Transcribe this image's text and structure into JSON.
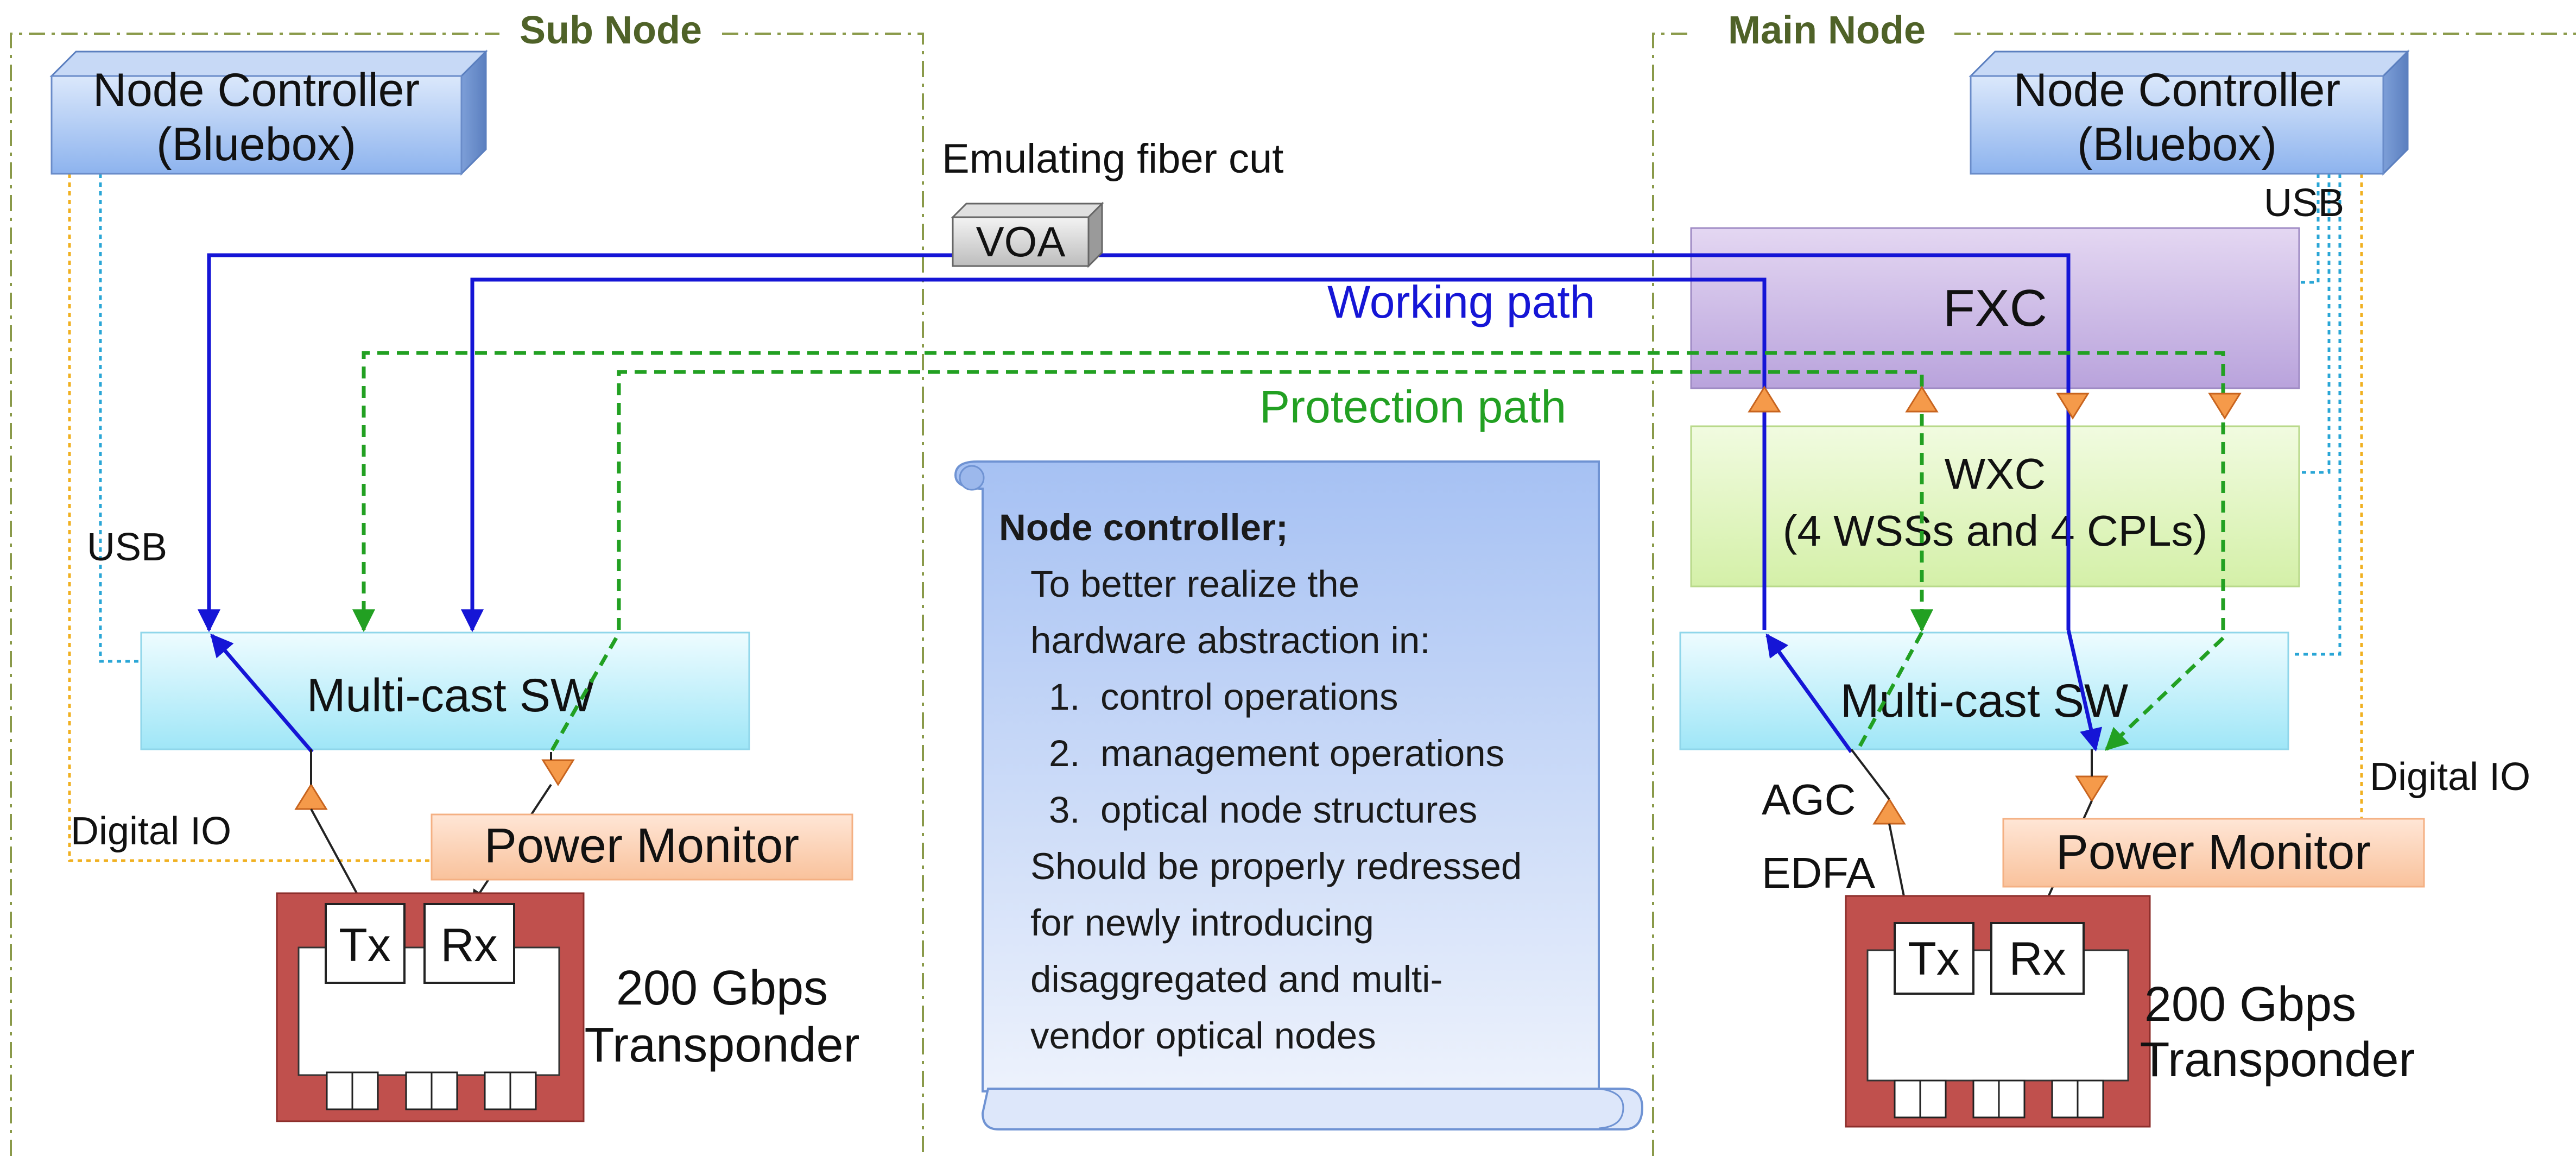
{
  "sub_node": {
    "title": "Sub Node",
    "controller_line1": "Node Controller",
    "controller_line2": "(Bluebox)",
    "usb_label": "USB",
    "digital_io_label": "Digital IO",
    "multicast_label": "Multi-cast SW",
    "power_monitor_label": "Power Monitor",
    "tx_label": "Tx",
    "rx_label": "Rx",
    "transponder_line1": "200 Gbps",
    "transponder_line2": "Transponder"
  },
  "main_node": {
    "title": "Main Node",
    "controller_line1": "Node Controller",
    "controller_line2": "(Bluebox)",
    "usb_label": "USB",
    "fxc_label": "FXC",
    "wxc_line1": "WXC",
    "wxc_line2": "(4 WSSs and 4 CPLs)",
    "multicast_label": "Multi-cast SW",
    "agc_label": "AGC",
    "edfa_label": "EDFA",
    "digital_io_label": "Digital IO",
    "power_monitor_label": "Power Monitor",
    "tx_label": "Tx",
    "rx_label": "Rx",
    "transponder_line1": "200 Gbps",
    "transponder_line2": "Transponder"
  },
  "links": {
    "fiber_cut_label": "Emulating fiber cut",
    "voa_label": "VOA",
    "working_path_label": "Working path",
    "protection_path_label": "Protection path"
  },
  "note": {
    "title": "Node controller;",
    "intro_line1": "To better realize the",
    "intro_line2": "hardware abstraction in:",
    "items": [
      {
        "num": "1.",
        "text": "control operations"
      },
      {
        "num": "2.",
        "text": "management operations"
      },
      {
        "num": "3.",
        "text": "optical node structures"
      }
    ],
    "closing": [
      "Should be properly redressed",
      "for newly introducing",
      "disaggregated and multi-",
      "vendor optical nodes"
    ]
  },
  "colors": {
    "working": "#1515d6",
    "protection": "#22a022",
    "usb_line": "#2aa6d6",
    "digital_io_line": "#f0b020",
    "frame": "#6b7d2e",
    "transponder": "#c0504d"
  }
}
